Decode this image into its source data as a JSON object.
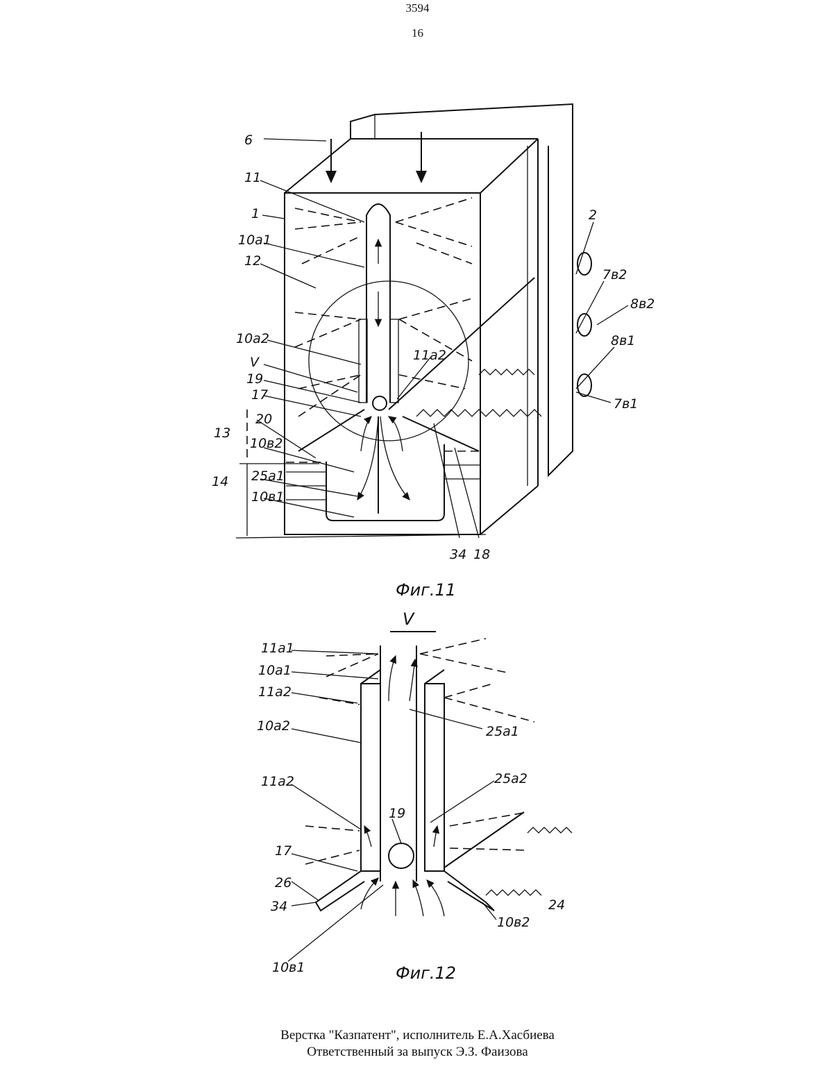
{
  "header": {
    "page_number": "3594",
    "sheet_number": "16"
  },
  "figure11": {
    "caption": "Фиг.11",
    "labels": {
      "l6": "6",
      "l11": "11",
      "l1": "1",
      "l10a1": "10а1",
      "l12": "12",
      "l10a2": "10а2",
      "lV": "V",
      "l19": "19",
      "l17": "17",
      "l20": "20",
      "l13": "13",
      "l10v2": "10в2",
      "l14": "14",
      "l25a1": "25а1",
      "l10v1": "10в1",
      "l34": "34",
      "l18": "18",
      "l11a2": "11а2",
      "l2": "2",
      "l7v2": "7в2",
      "l8v2": "8в2",
      "l8v1": "8в1",
      "l7v1": "7в1"
    }
  },
  "figure12": {
    "title": "V",
    "caption": "Фиг.12",
    "labels": {
      "l11a1": "11а1",
      "l10a1": "10а1",
      "l11a2_top": "11а2",
      "l10a2": "10а2",
      "l25a1": "25а1",
      "l11a2_bottom": "11а2",
      "l25a2": "25а2",
      "l19": "19",
      "l17": "17",
      "l26": "26",
      "l34": "34",
      "l24": "24",
      "l10v2": "10в2",
      "l10v1": "10в1"
    }
  },
  "footer": {
    "line1": "Верстка \"Казпатент\", исполнитель  Е.А.Хасбиева",
    "line2": "Ответственный за выпуск Э.З. Фаизова"
  }
}
